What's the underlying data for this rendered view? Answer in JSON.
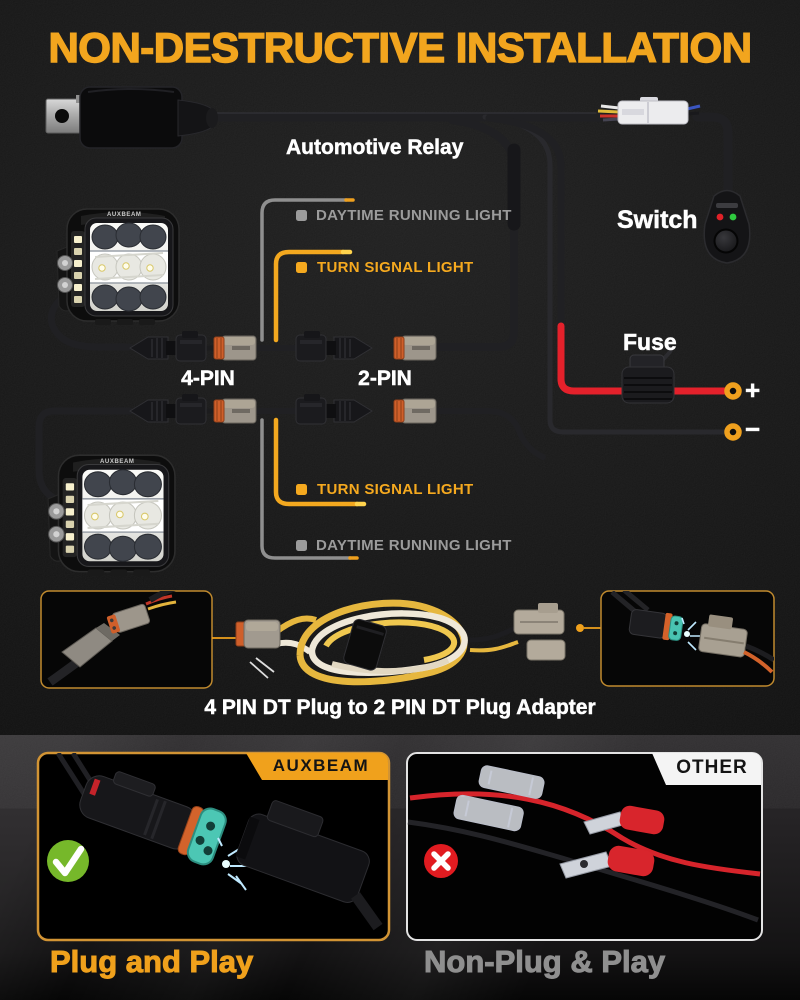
{
  "title": "NON-DESTRUCTIVE INSTALLATION",
  "diagram": {
    "relay_label": "Automotive Relay",
    "switch_label": "Switch",
    "fuse_label": "Fuse",
    "battery_positive": "+",
    "battery_negative": "−",
    "pin_labels": {
      "four_pin": "4-PIN",
      "two_pin": "2-PIN"
    },
    "wire_labels": {
      "top_daytime": "DAYTIME RUNNING LIGHT",
      "top_turn": "TURN SIGNAL LIGHT",
      "bottom_turn": "TURN SIGNAL LIGHT",
      "bottom_daytime": "DAYTIME RUNNING LIGHT"
    },
    "pod_brand": "AUXBEAM"
  },
  "adapter": {
    "caption": "4 PIN DT Plug to 2 PIN DT Plug Adapter"
  },
  "comparison": {
    "auxbeam": {
      "badge": "AUXBEAM",
      "caption": "Plug and Play"
    },
    "other": {
      "badge": "OTHER",
      "caption": "Non-Plug & Play"
    }
  },
  "colors": {
    "accent": "#F2A51E",
    "wire_red": "#E4212B",
    "label_gray": "#9B9B9B"
  }
}
